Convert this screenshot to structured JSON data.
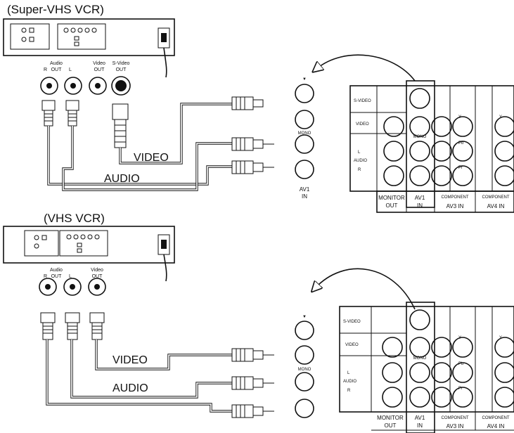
{
  "diagram1": {
    "title": "(Super-VHS VCR)",
    "jacks": {
      "audio": "Audio",
      "out": "OUT",
      "r": "R",
      "l": "L",
      "video": "Video",
      "video_out": "OUT",
      "svideo": "S-Video",
      "svideo_out": "OUT"
    },
    "cable_video": "VIDEO",
    "cable_audio": "AUDIO",
    "av1": "AV1",
    "in": "IN",
    "mono": "MONO"
  },
  "diagram2": {
    "title": "(VHS VCR)",
    "jacks": {
      "audio": "Audio",
      "out": "OUT",
      "r": "R",
      "l": "L",
      "video": "Video",
      "video_out": "OUT"
    },
    "cable_video": "VIDEO",
    "cable_audio": "AUDIO",
    "mono": "MONO"
  },
  "panel": {
    "svideo": "S-VIDEO",
    "video": "VIDEO",
    "audio": "AUDIO",
    "l": "L",
    "r": "R",
    "mono": "MONO",
    "y": "Y",
    "pb": "Pb",
    "pr": "Pr",
    "component": "COMPONENT",
    "monitor": "MONITOR",
    "out": "OUT",
    "av1": "AV1",
    "in": "IN",
    "av3_in": "AV3  IN",
    "av4_in": "AV4  IN"
  }
}
